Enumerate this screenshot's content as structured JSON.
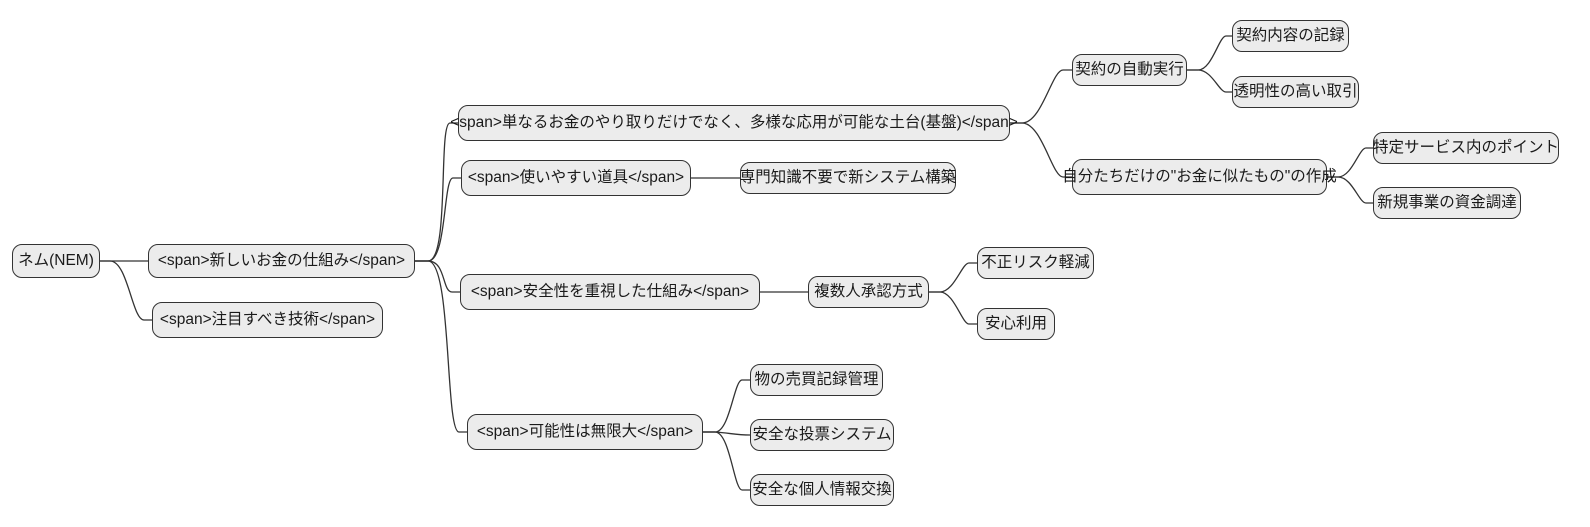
{
  "diagram": {
    "type": "mindmap",
    "background": "#ffffff",
    "theme": {
      "node_fill": "#ececec",
      "node_border": "#333333",
      "edge_color": "#333333",
      "text_color": "#1a1a1a"
    }
  },
  "nodes": [
    {
      "id": "root",
      "label": "ネム(NEM)",
      "level": 0,
      "parent": null
    },
    {
      "id": "new-money",
      "label": "<span>新しいお金の仕組み</span>",
      "level": 1,
      "parent": "root"
    },
    {
      "id": "notable-tech",
      "label": "<span>注目すべき技術</span>",
      "level": 1,
      "parent": "root"
    },
    {
      "id": "platform",
      "label": "<span>単なるお金のやり取りだけでなく、多様な応用が可能な土台(基盤)</span>",
      "level": 2,
      "parent": "new-money"
    },
    {
      "id": "easy-tool",
      "label": "<span>使いやすい道具</span>",
      "level": 2,
      "parent": "new-money"
    },
    {
      "id": "no-expertise",
      "label": "専門知識不要で新システム構築",
      "level": 3,
      "parent": "easy-tool"
    },
    {
      "id": "safety",
      "label": "<span>安全性を重視した仕組み</span>",
      "level": 2,
      "parent": "new-money"
    },
    {
      "id": "multisig",
      "label": "複数人承認方式",
      "level": 3,
      "parent": "safety"
    },
    {
      "id": "fraud-risk",
      "label": "不正リスク軽減",
      "level": 4,
      "parent": "multisig"
    },
    {
      "id": "secure-use",
      "label": "安心利用",
      "level": 4,
      "parent": "multisig"
    },
    {
      "id": "unlimited",
      "label": "<span>可能性は無限大</span>",
      "level": 2,
      "parent": "new-money"
    },
    {
      "id": "trade-records",
      "label": "物の売買記録管理",
      "level": 3,
      "parent": "unlimited"
    },
    {
      "id": "voting",
      "label": "安全な投票システム",
      "level": 3,
      "parent": "unlimited"
    },
    {
      "id": "personal-info",
      "label": "安全な個人情報交換",
      "level": 3,
      "parent": "unlimited"
    },
    {
      "id": "auto-contract",
      "label": "契約の自動実行",
      "level": 3,
      "parent": "platform"
    },
    {
      "id": "contract-record",
      "label": "契約内容の記録",
      "level": 4,
      "parent": "auto-contract"
    },
    {
      "id": "transparent-tx",
      "label": "透明性の高い取引",
      "level": 4,
      "parent": "auto-contract"
    },
    {
      "id": "own-token",
      "label": "自分たちだけの\"お金に似たもの\"の作成",
      "level": 3,
      "parent": "platform"
    },
    {
      "id": "service-points",
      "label": "特定サービス内のポイント",
      "level": 4,
      "parent": "own-token"
    },
    {
      "id": "fundraising",
      "label": "新規事業の資金調達",
      "level": 4,
      "parent": "own-token"
    }
  ]
}
